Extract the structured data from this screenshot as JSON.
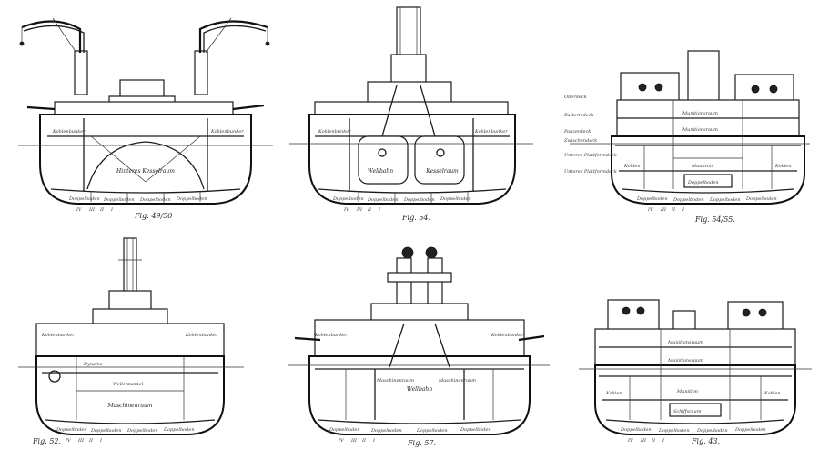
{
  "sections": [
    {
      "id": "s1",
      "caption": "Fig. 49/50",
      "rooms": [
        "Hinteres Kesselraum",
        "Kohlenbunker",
        "Kohlenbunker"
      ],
      "bottom_cells": [
        "Doppelboden",
        "Doppelboden",
        "Doppelboden",
        "Doppelboden"
      ],
      "frames": [
        "IV",
        "III",
        "II",
        "I"
      ]
    },
    {
      "id": "s2",
      "caption": "Fig. 54.",
      "rooms": [
        "Wellbahn",
        "Kesselraum",
        "Kohlenbunker",
        "Kohlenbunker"
      ],
      "bottom_cells": [
        "Doppelboden",
        "Doppelboden",
        "Doppelboden",
        "Doppelboden"
      ],
      "frames": [
        "IV",
        "III",
        "II",
        "I"
      ]
    },
    {
      "id": "s3",
      "caption": "Fig. 54/55.",
      "side_labels": [
        "Oberdeck",
        "Batteriedeck",
        "Panzerdeck",
        "Zwischendeck",
        "Unteres Plattformdeck",
        "Unteres Plattformdeck"
      ],
      "rooms": [
        "Munitionsraum",
        "Munitionsraum",
        "Kohlen",
        "Kohlen",
        "Munition",
        "Doppelboden"
      ],
      "bottom_cells": [
        "Doppelboden",
        "Doppelboden",
        "Doppelboden",
        "Doppelboden"
      ],
      "frames": [
        "IV",
        "III",
        "II",
        "I"
      ]
    },
    {
      "id": "s4",
      "caption": "Fig. 52.",
      "rooms": [
        "Dynamo",
        "Maschinenraum",
        "Wellentunnel",
        "Kohlenbunker",
        "Kohlenbunker"
      ],
      "bottom_cells": [
        "Doppelboden",
        "Doppelboden",
        "Doppelboden",
        "Doppelboden"
      ],
      "frames": [
        "IV",
        "III",
        "II",
        "I"
      ]
    },
    {
      "id": "s5",
      "caption": "Fig. 57.",
      "rooms": [
        "Wellbahn",
        "Maschinenraum",
        "Maschinenraum",
        "Kohlenbunker",
        "Kohlenbunker"
      ],
      "bottom_cells": [
        "Doppelboden",
        "Doppelboden",
        "Doppelboden",
        "Doppelboden"
      ],
      "frames": [
        "IV",
        "III",
        "II",
        "I"
      ]
    },
    {
      "id": "s6",
      "caption": "Fig. 43.",
      "rooms": [
        "Munitionsraum",
        "Munitionsraum",
        "Munition",
        "Kohlen",
        "Kohlen",
        "Schiffsraum"
      ],
      "bottom_cells": [
        "Doppelboden",
        "Doppelboden",
        "Doppelboden",
        "Doppelboden"
      ],
      "frames": [
        "IV",
        "III",
        "II",
        "I"
      ]
    }
  ]
}
